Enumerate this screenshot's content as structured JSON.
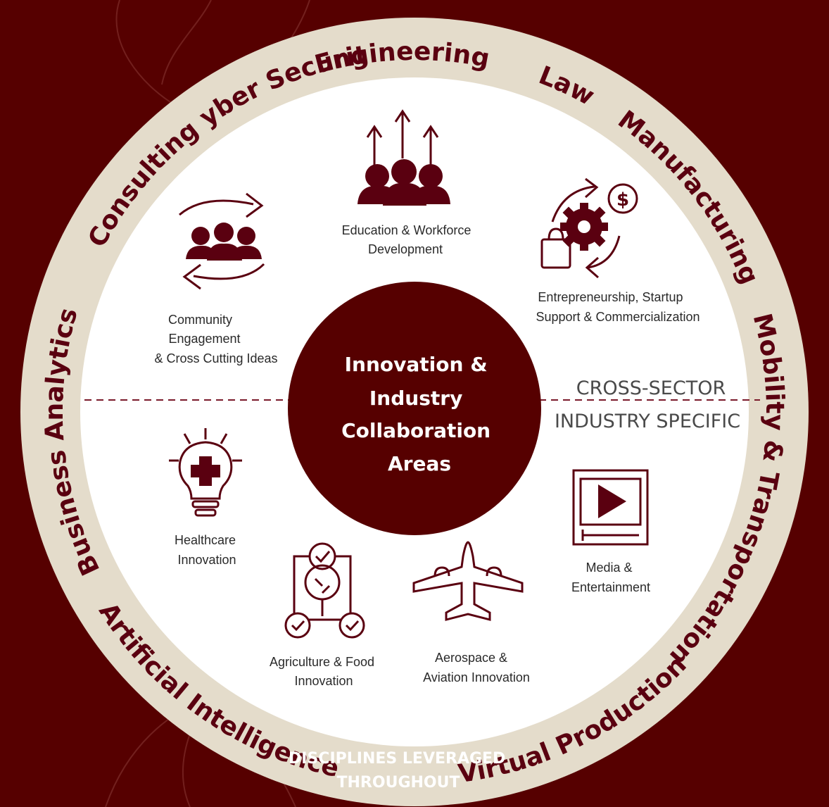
{
  "ring_words": [
    "Engineering",
    "Law",
    "Manufacturing",
    "Mobility & Transportation",
    "Virtual Production",
    "Artificial Intelligence",
    "Business Analytics",
    "Consulting",
    "Cyber Security"
  ],
  "areas": {
    "education": [
      "Education & Workforce",
      "Development"
    ],
    "entrepreneurship": [
      "Entrepreneurship, Startup",
      "Support & Commercialization"
    ],
    "community": [
      "Community",
      "Engagement",
      "& Cross Cutting Ideas"
    ],
    "healthcare": [
      "Healthcare",
      "Innovation"
    ],
    "agriculture": [
      "Agriculture & Food",
      "Innovation"
    ],
    "aerospace": [
      "Aerospace &",
      "Aviation Innovation"
    ],
    "media": [
      "Media &",
      "Entertainment"
    ]
  },
  "center_title": [
    "Innovation &",
    "Industry",
    "Collaboration",
    "Areas"
  ],
  "sector_labels": {
    "top": "CROSS-SECTOR",
    "bottom": "INDUSTRY SPECIFIC"
  },
  "footer": [
    "DISCIPLINES LEVERAGED",
    "THROUGHOUT"
  ],
  "colors": {
    "background": "#560000",
    "ring": "#e4dccb",
    "accent": "#5a0010",
    "inner": "#ffffff"
  }
}
